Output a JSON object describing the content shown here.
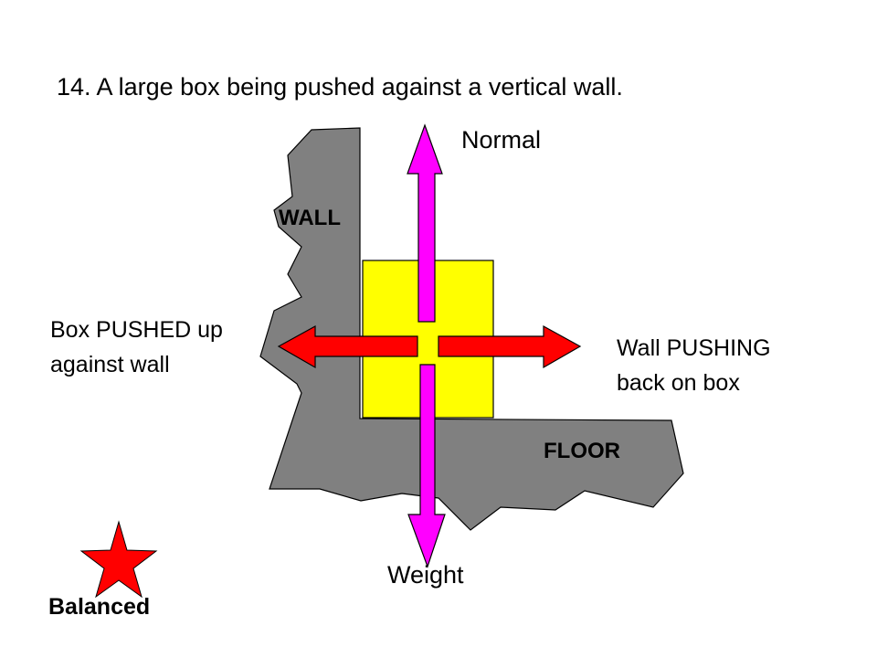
{
  "title": "14. A large box being pushed against a vertical wall.",
  "labels": {
    "normal": "Normal",
    "weight": "Weight",
    "pushed_line1": "Box PUSHED up",
    "pushed_line2": "against wall",
    "pushing_line1": "Wall PUSHING",
    "pushing_line2": "back on box",
    "wall": "WALL",
    "floor": "FLOOR",
    "balanced": "Balanced"
  },
  "colors": {
    "wall_floor": "#808080",
    "box": "#ffff00",
    "vertical_arrows": "#ff00ff",
    "horizontal_arrows": "#ff0000",
    "star": "#ff0000"
  }
}
